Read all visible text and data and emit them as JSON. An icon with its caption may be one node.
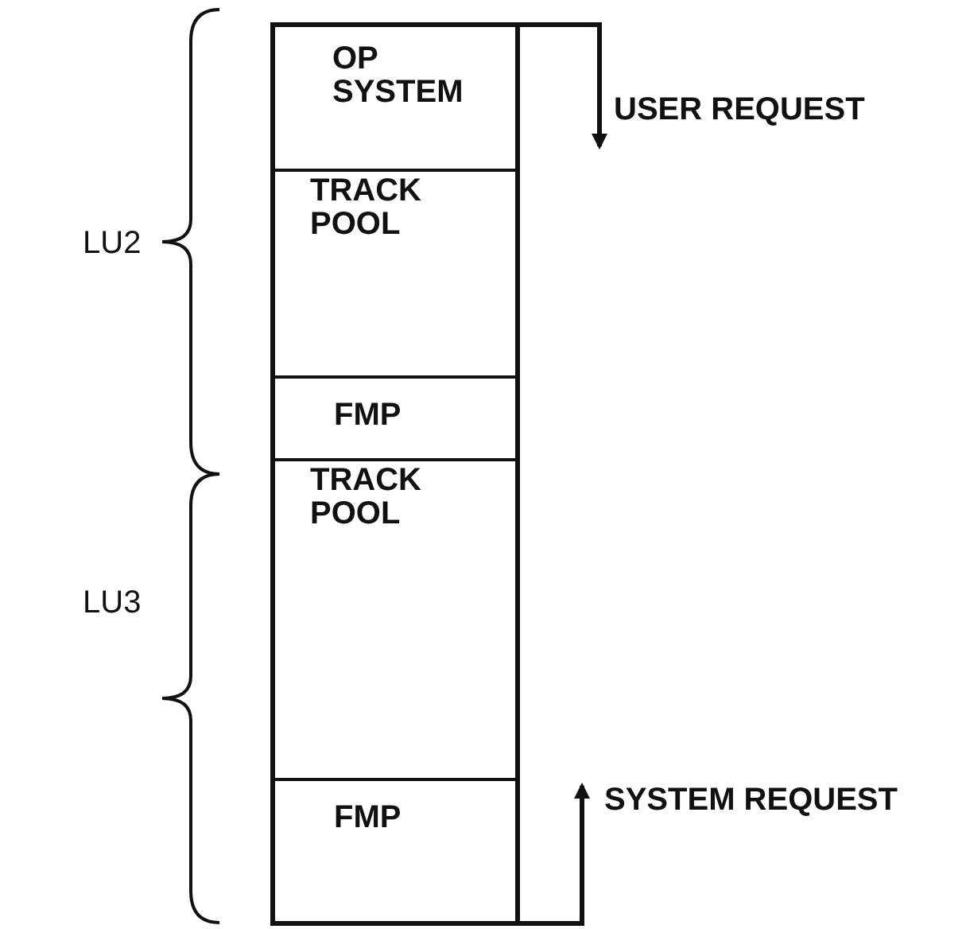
{
  "diagram": {
    "nodes": [
      {
        "text": [],
        "shape": "box"
      },
      {
        "text": [
          "OP SYSTEM"
        ],
        "in": 0
      },
      {
        "text": [
          "TRACK POOL"
        ],
        "in": 0
      },
      {
        "text": [
          "FMP"
        ],
        "in": 0
      },
      {
        "text": [
          "TRACK POOL"
        ],
        "in": 0
      },
      {
        "text": [
          "FMP"
        ],
        "in": 0
      }
    ],
    "edges": [
      {
        "from": 1,
        "to": null,
        "arrow": "to",
        "label": "USER REQUEST"
      },
      {
        "from": 5,
        "to": null,
        "arrow": "to",
        "label": "SYSTEM REQUEST"
      }
    ],
    "labels": [
      "LU2",
      "LU3"
    ]
  }
}
